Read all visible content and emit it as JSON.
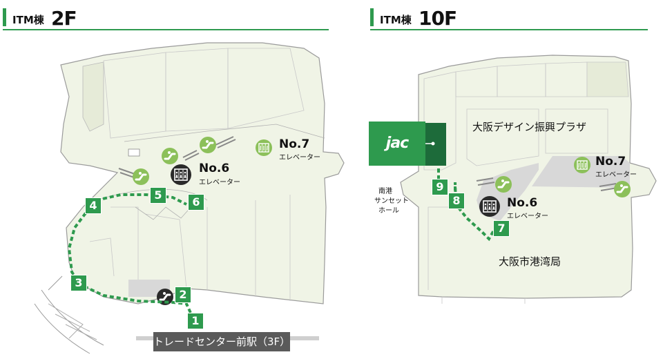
{
  "left_map": {
    "building": "ITM棟",
    "floor": "2F",
    "station": "トレードセンター前駅（3F）",
    "elevator_6": {
      "name": "No.6",
      "sub": "エレベーター"
    },
    "elevator_7": {
      "name": "No.7",
      "sub": "エレベーター"
    },
    "steps": [
      "1",
      "2",
      "3",
      "4",
      "5",
      "6"
    ]
  },
  "right_map": {
    "building": "ITM棟",
    "floor": "10F",
    "logo": "jac",
    "rooms": {
      "design_plaza": "大阪デザイン振興プラザ",
      "port_bureau": "大阪市港湾局",
      "sunset_hall_l1": "南港",
      "sunset_hall_l2": "サンセット",
      "sunset_hall_l3": "ホール"
    },
    "elevator_6": {
      "name": "No.6",
      "sub": "エレベーター"
    },
    "elevator_7": {
      "name": "No.7",
      "sub": "エレベーター"
    },
    "steps": [
      "7",
      "8",
      "9"
    ]
  },
  "colors": {
    "accent": "#2e9a4e",
    "floor_fill": "#f0f4e6",
    "wall": "#9a9a9a",
    "elevator_icon_bg": "#2a2a2a",
    "escalator_icon": "#8cc05a",
    "corridor_gray": "#d8d8d8"
  },
  "icons": {
    "escalator": "escalator-icon",
    "elevator": "elevator-icon",
    "route_arrow": "route-arrow-icon"
  }
}
